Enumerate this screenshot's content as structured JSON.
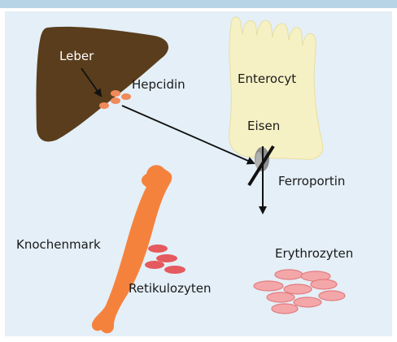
{
  "labels": {
    "liver": "Leber",
    "hepcidin": "Hepcidin",
    "enterocyte": "Enterocyt",
    "iron": "Eisen",
    "ferroportin": "Ferroportin",
    "bone_marrow": "Knochenmark",
    "reticulocytes": "Retikulozyten",
    "erythrocytes": "Erythrozyten"
  },
  "colors": {
    "background": "#e4eff7",
    "top_bar": "#b7d3e6",
    "liver": "#5a3d1c",
    "enterocyte": "#f6f1c4",
    "hepcidin": "#f08a5a",
    "bone": "#f5823c",
    "reticulocyte": "#e45a5e",
    "erythrocyte": "#f4a7a8",
    "ferroportin": "#8e8e8e"
  }
}
